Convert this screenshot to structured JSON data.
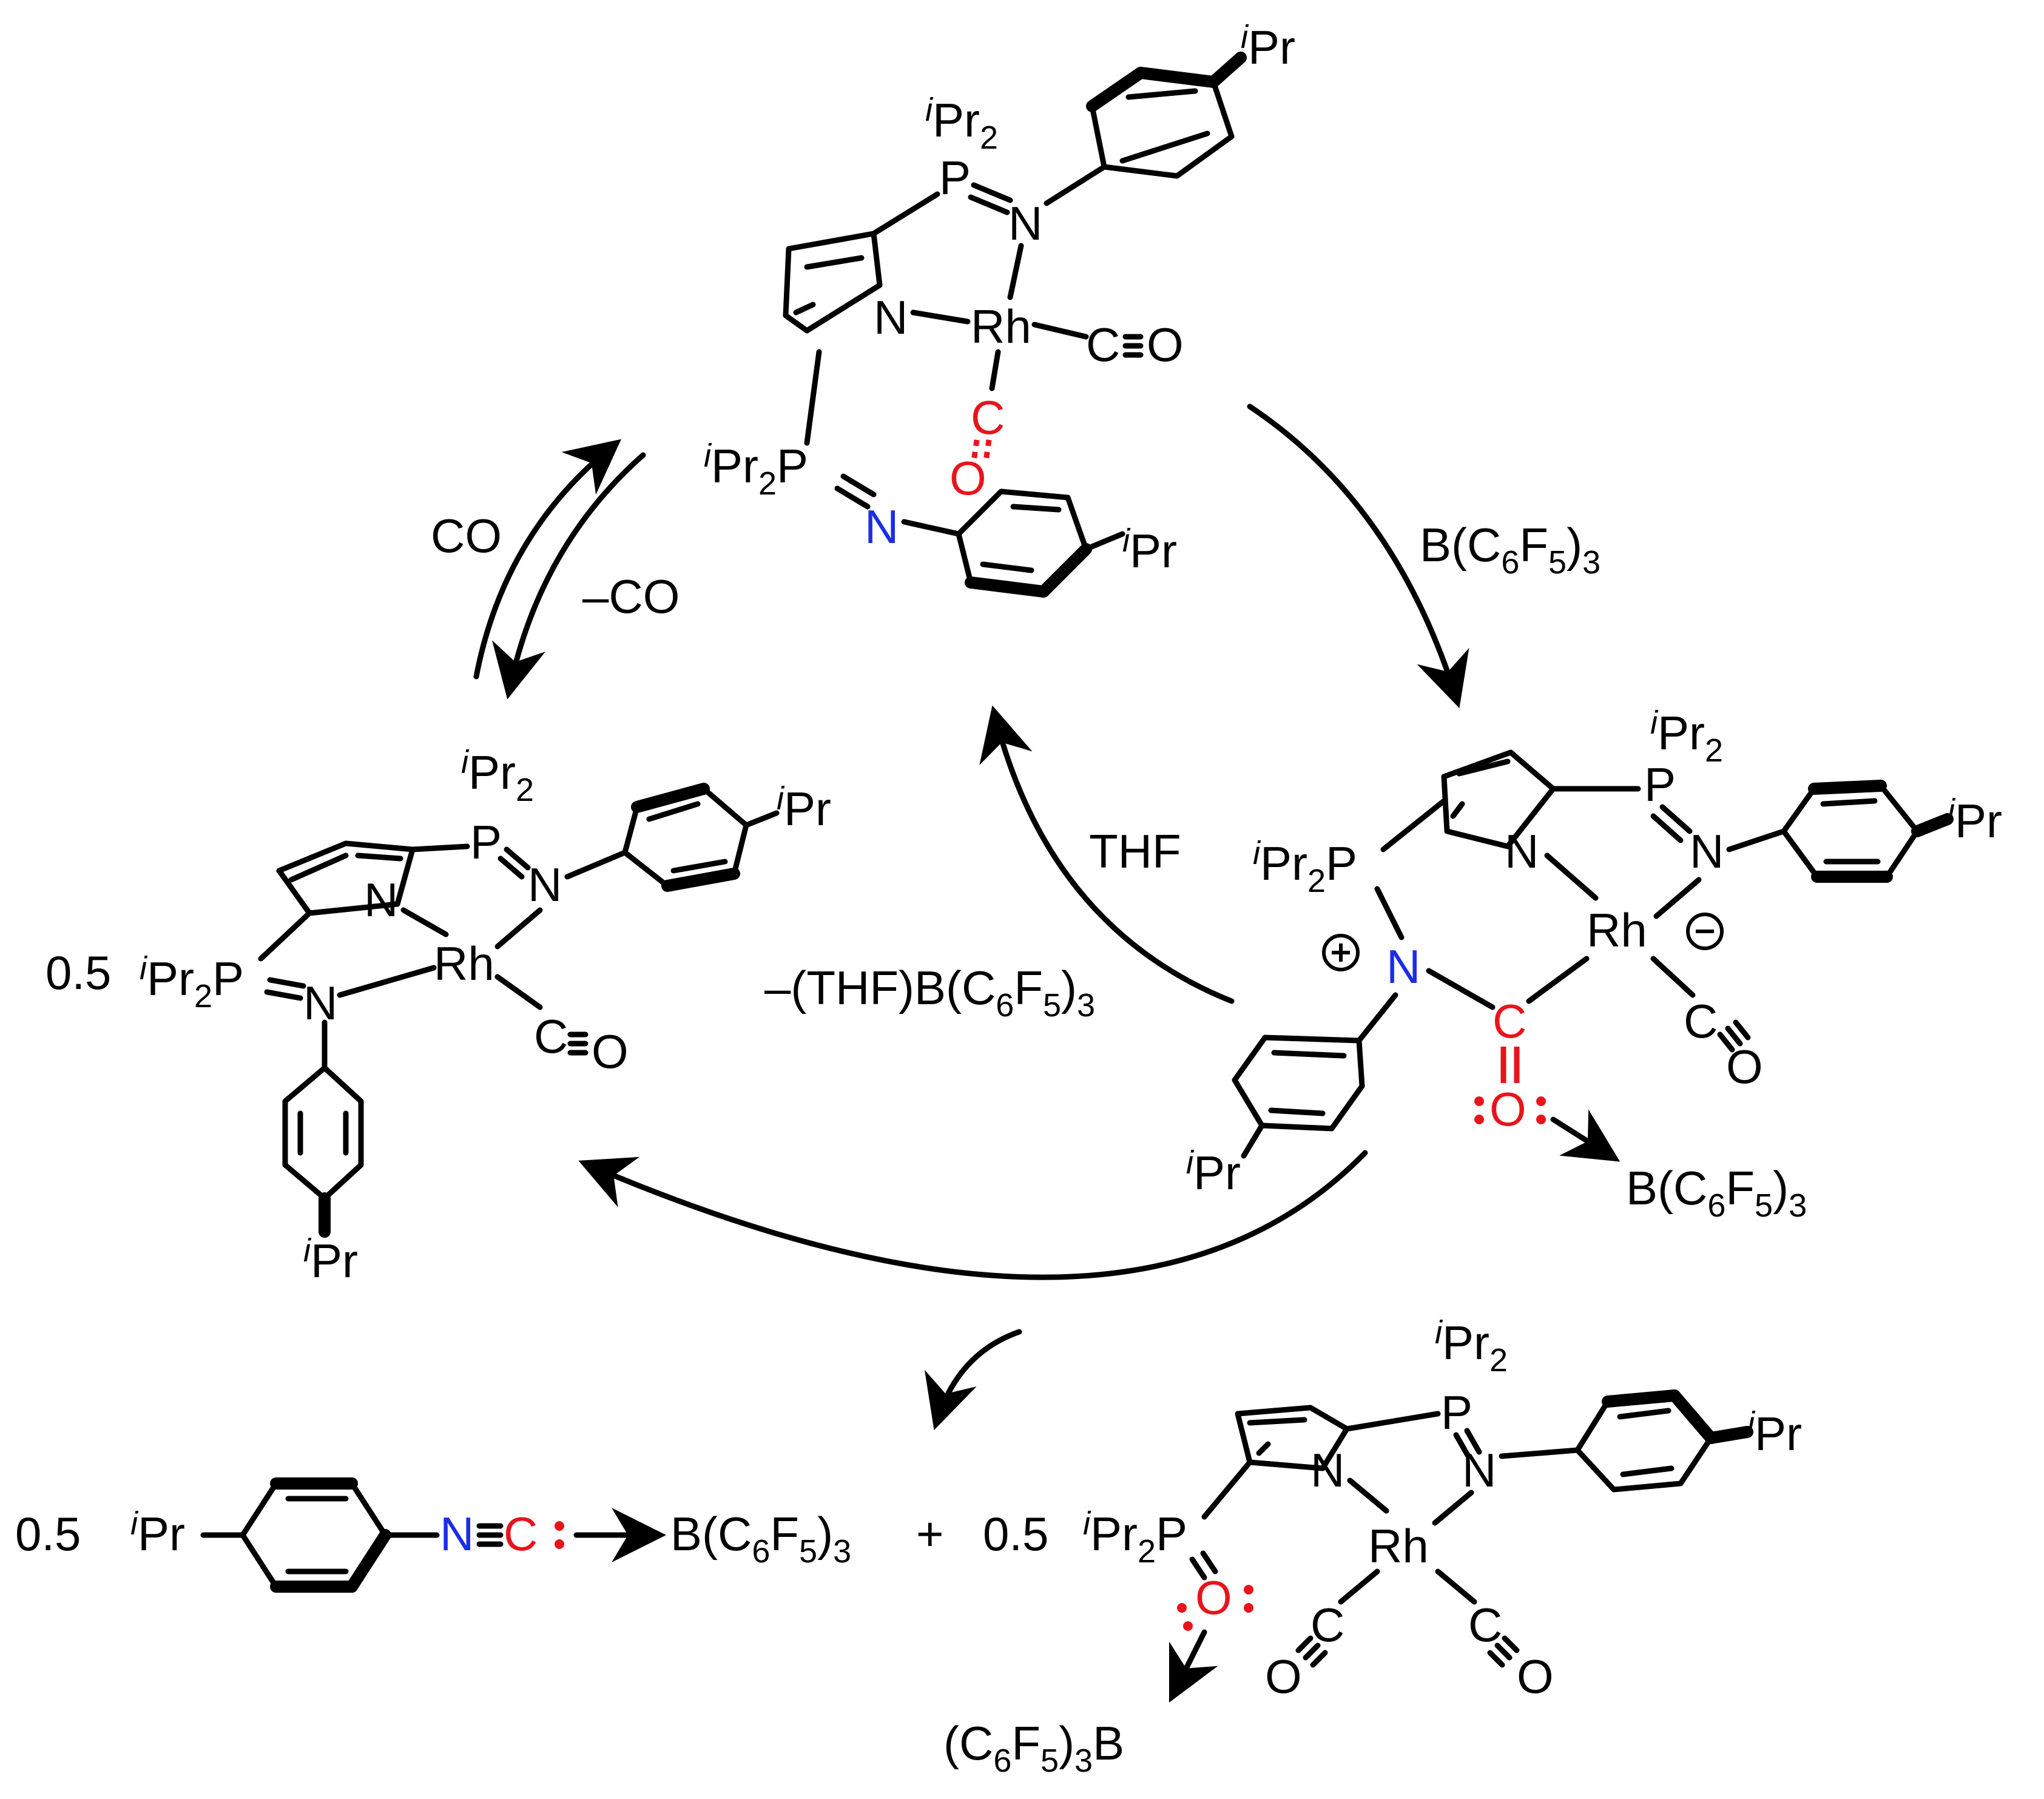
{
  "colors": {
    "bond": "#000000",
    "nitrogen_highlight": "#1c2de6",
    "carbonyl_highlight": "#e8141c"
  },
  "reagents": {
    "top_right": "B(C6F5)3",
    "thf": "THF",
    "thf_loss": "–(THF)B(C6F5)3",
    "co_add": "CO",
    "co_loss": "–CO"
  },
  "compounds": {
    "top": {
      "ipr2_upper": "iPr2",
      "ipr2_lower": "iPr2",
      "ipr_upper": "iPr",
      "ipr_lower": "iPr",
      "metal": "Rh",
      "co_ligand": "C≡O"
    },
    "right": {
      "ipr2_left": "iPr2",
      "ipr2_top": "iPr2",
      "ipr_right": "iPr",
      "ipr_bottom": "iPr",
      "metal": "Rh",
      "co_ligand": "C≡O",
      "lewis_acid": "B(C6F5)3"
    },
    "left": {
      "coefficient": "0.5",
      "ipr2_top": "iPr2",
      "ipr2_left": "iPr2",
      "ipr_top": "iPr",
      "ipr_bottom": "iPr",
      "metal": "Rh",
      "co_ligand": "C≡O"
    },
    "bottom_isocyanide": {
      "coefficient": "0.5",
      "ipr": "iPr",
      "lewis_acid": "B(C6F5)3"
    },
    "bottom_product": {
      "coefficient": "0.5",
      "plus": "+",
      "ipr2_left": "iPr2",
      "ipr2_top": "iPr2",
      "ipr_right": "iPr",
      "metal": "Rh",
      "lewis_acid": "(C6F5)3B"
    }
  }
}
